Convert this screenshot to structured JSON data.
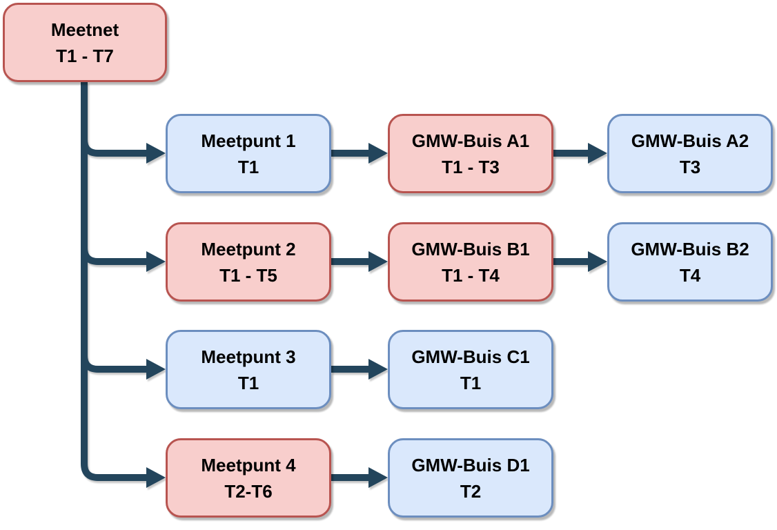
{
  "diagram": {
    "nodes": {
      "meetnet": {
        "line1": "Meetnet",
        "line2": "T1 - T7",
        "variant": "red"
      },
      "meetpunt1": {
        "line1": "Meetpunt 1",
        "line2": "T1",
        "variant": "blue"
      },
      "gmw_a1": {
        "line1": "GMW-Buis A1",
        "line2": "T1 - T3",
        "variant": "red"
      },
      "gmw_a2": {
        "line1": "GMW-Buis A2",
        "line2": "T3",
        "variant": "blue"
      },
      "meetpunt2": {
        "line1": "Meetpunt 2",
        "line2": "T1 - T5",
        "variant": "red"
      },
      "gmw_b1": {
        "line1": "GMW-Buis B1",
        "line2": "T1 - T4",
        "variant": "red"
      },
      "gmw_b2": {
        "line1": "GMW-Buis B2",
        "line2": "T4",
        "variant": "blue"
      },
      "meetpunt3": {
        "line1": "Meetpunt 3",
        "line2": "T1",
        "variant": "blue"
      },
      "gmw_c1": {
        "line1": "GMW-Buis C1",
        "line2": "T1",
        "variant": "blue"
      },
      "meetpunt4": {
        "line1": "Meetpunt 4",
        "line2": "T2-T6",
        "variant": "red"
      },
      "gmw_d1": {
        "line1": "GMW-Buis D1",
        "line2": "T2",
        "variant": "blue"
      }
    },
    "edges": [
      {
        "from": "meetnet",
        "to": "meetpunt1"
      },
      {
        "from": "meetnet",
        "to": "meetpunt2"
      },
      {
        "from": "meetnet",
        "to": "meetpunt3"
      },
      {
        "from": "meetnet",
        "to": "meetpunt4"
      },
      {
        "from": "meetpunt1",
        "to": "gmw_a1"
      },
      {
        "from": "gmw_a1",
        "to": "gmw_a2"
      },
      {
        "from": "meetpunt2",
        "to": "gmw_b1"
      },
      {
        "from": "gmw_b1",
        "to": "gmw_b2"
      },
      {
        "from": "meetpunt3",
        "to": "gmw_c1"
      },
      {
        "from": "meetpunt4",
        "to": "gmw_d1"
      }
    ],
    "colors": {
      "red_fill": "#f8cecc",
      "red_stroke": "#b85450",
      "blue_fill": "#dae8fc",
      "blue_stroke": "#6c8ebf",
      "connector": "#23455c",
      "text": "#000000",
      "background": "#ffffff"
    }
  }
}
